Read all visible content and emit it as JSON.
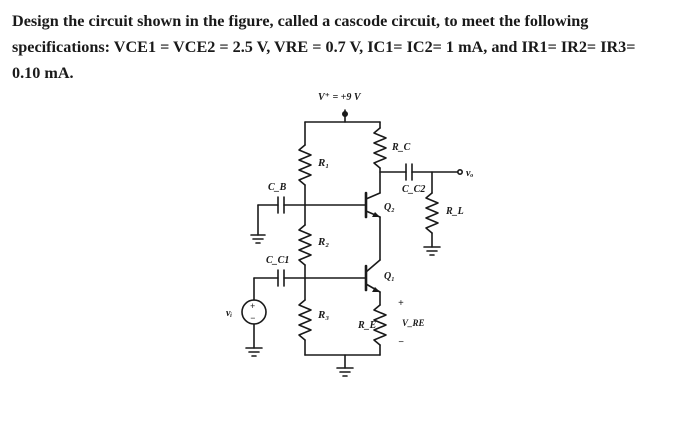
{
  "question": {
    "line1": "Design the circuit shown in the figure, called a cascode circuit, to meet the following",
    "line2": "specifications: VCE1 = VCE2 = 2.5 V, VRE = 0.7 V, IC1= IC2= 1 mA, and IR1= IR2= IR3=",
    "line3": "0.10 mA."
  },
  "circuit": {
    "supply_label": "V⁺ = +9 V",
    "r1": "R₁",
    "r2": "R₂",
    "r3": "R₃",
    "rc": "R_C",
    "re": "R_E",
    "rl": "R_L",
    "cb": "C_B",
    "cc1": "C_C1",
    "cc2": "C_C2",
    "q1": "Q₁",
    "q2": "Q₂",
    "vi": "vᵢ",
    "vo": "vₒ",
    "vre": "V_RE",
    "plus": "+",
    "minus": "−"
  }
}
